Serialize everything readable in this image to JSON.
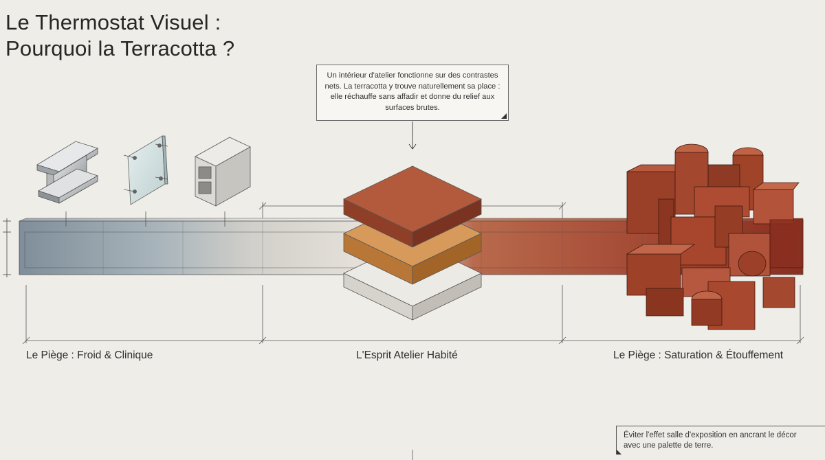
{
  "title": {
    "line1": "Le Thermostat Visuel :",
    "line2": "Pourquoi la Terracotta ?"
  },
  "callout": {
    "text": "Un intérieur d'atelier fonctionne sur des contrastes nets. La terracotta y trouve naturellement sa place : elle réchauffe sans affadir et donne du relief aux surfaces brutes."
  },
  "sections": [
    {
      "label": "Le Piège : Froid & Clinique"
    },
    {
      "label": "L'Esprit Atelier Habité"
    },
    {
      "label": "Le Piège : Saturation & Étouffement"
    }
  ],
  "note": {
    "line1": "Éviter l'effet salle d'exposition en ancrant le décor",
    "line2": "avec une palette de terre."
  },
  "materials": [
    "steel-beam",
    "glass-panel",
    "concrete-block"
  ],
  "colors": {
    "background": "#efede8",
    "gradient": [
      "#7f8e9a",
      "#a9b5bb",
      "#d6d3cc",
      "#e6e2dc",
      "#b76346",
      "#a2492f",
      "#8b2f1f"
    ],
    "terracotta": "#a64a30",
    "wood": "#c98a4a",
    "stone": "#e3e0da"
  }
}
